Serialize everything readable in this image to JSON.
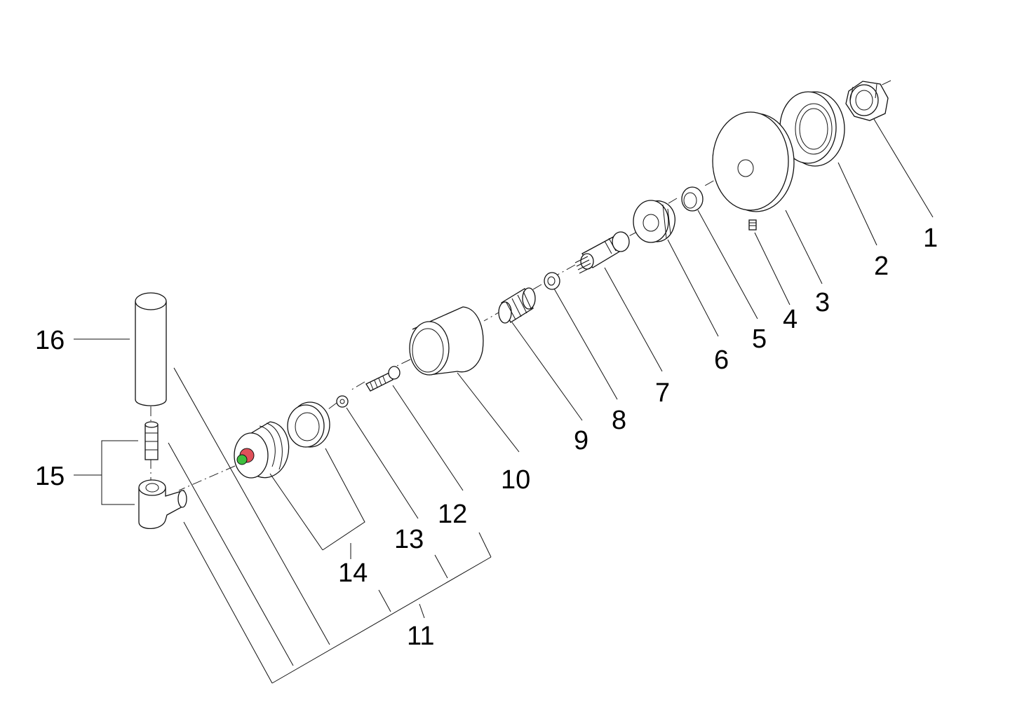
{
  "diagram": {
    "type": "exploded-parts-view",
    "callouts": [
      {
        "id": "c1",
        "label": "1"
      },
      {
        "id": "c2",
        "label": "2"
      },
      {
        "id": "c3",
        "label": "3"
      },
      {
        "id": "c4",
        "label": "4"
      },
      {
        "id": "c5",
        "label": "5"
      },
      {
        "id": "c6",
        "label": "6"
      },
      {
        "id": "c7",
        "label": "7"
      },
      {
        "id": "c8",
        "label": "8"
      },
      {
        "id": "c9",
        "label": "9"
      },
      {
        "id": "c10",
        "label": "10"
      },
      {
        "id": "c11",
        "label": "11"
      },
      {
        "id": "c12",
        "label": "12"
      },
      {
        "id": "c13",
        "label": "13"
      },
      {
        "id": "c14",
        "label": "14"
      },
      {
        "id": "c15",
        "label": "15"
      },
      {
        "id": "c16",
        "label": "16"
      }
    ],
    "colors": {
      "line": "#111111",
      "highlight_red": "#e0505a",
      "highlight_green": "#3fbf3f"
    }
  }
}
